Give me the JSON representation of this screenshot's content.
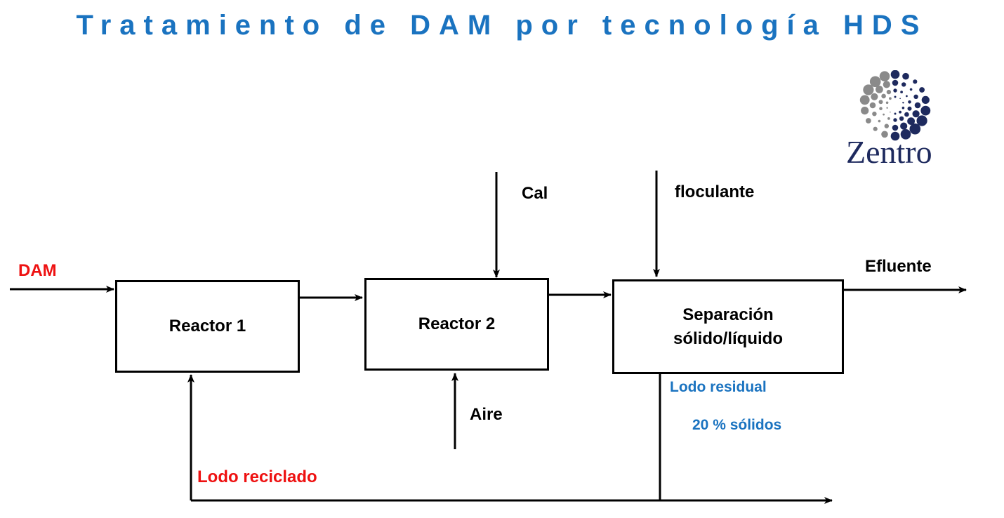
{
  "title": "Tratamiento de DAM por tecnología HDS",
  "logo": {
    "text": "Zentro",
    "colors": {
      "navy": "#1e2a5e",
      "gray": "#8a8a8a"
    }
  },
  "boxes": {
    "reactor1": "Reactor 1",
    "reactor2": "Reactor 2",
    "separacion_line1": "Separación",
    "separacion_line2": "sólido/líquido"
  },
  "labels": {
    "dam": "DAM",
    "cal": "Cal",
    "floculante": "floculante",
    "efluente": "Efluente",
    "aire": "Aire",
    "lodo_residual": "Lodo residual",
    "solidos": "20 % sólidos",
    "lodo_reciclado": "Lodo reciclado"
  },
  "colors": {
    "title": "#1a73c0",
    "red_label": "#ee1111",
    "blue_label": "#1a73c0",
    "lines": "#000000"
  }
}
